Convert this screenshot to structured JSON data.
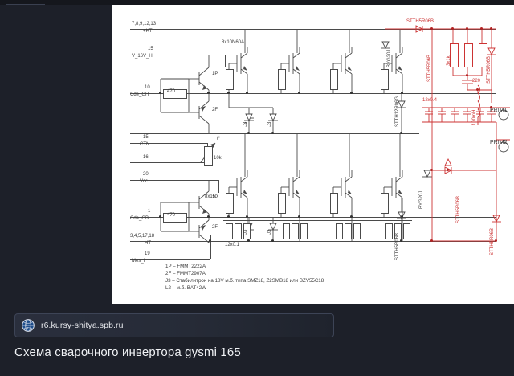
{
  "browser": {
    "url_chip": {
      "icon": "globe-icon",
      "url": "r6.kursy-shitya.spb.ru"
    },
    "page_title": "Схема сварочного инвертора gysmi 165"
  },
  "schematic": {
    "alt": "Схема сварочного инвертора GYSMI 165",
    "terminals_left": [
      {
        "pin": "7,8,9,12,13",
        "name": "+HT"
      },
      {
        "pin": "15",
        "name": "V_16V_H"
      },
      {
        "pin": "10",
        "name": "Cde_GH"
      },
      {
        "pin": "15",
        "name": "CTN"
      },
      {
        "pin": "16",
        "name": ""
      },
      {
        "pin": "20",
        "name": "Vcc"
      },
      {
        "pin": "1",
        "name": "Cde_GB"
      },
      {
        "pin": "3,4,5,17,18",
        "name": "-HT"
      },
      {
        "pin": "19",
        "name": "Mes_I"
      }
    ],
    "terminals_right": [
      {
        "name": "PRIM1"
      },
      {
        "name": "PRIM2"
      }
    ],
    "labels": {
      "mosfet_bank_top": "8x10N60A",
      "gate_res_bottom": "8x15",
      "driver_npn": "1P",
      "driver_pnp": "2F",
      "base_res_top": "470",
      "base_res_bottom": "470",
      "zener_top_1": "J3",
      "zener_top_2": "J3",
      "zener_bot_1": "J3",
      "zener_bot_2": "J3",
      "thermistor_symbol": "t°",
      "thermistor_value": "10k",
      "source_res": "12x0.1",
      "snubber_caps": "12x0.4",
      "snubber_res": "3x1k",
      "snubber_cap": "220",
      "inductor": "100mH",
      "diode_byg_top": "BYG20J",
      "diode_byg_bot": "BYG20J",
      "diode_stth12": "STTH12R06G",
      "diode_stth5_a": "STTH5R06B",
      "diode_stth5_b": "STTH5R06B",
      "diode_stth5_c": "STTH5R06B",
      "diode_stth5_d": "STTH5R06B",
      "diode_stth5_e": "STTH5R06B",
      "diode_stth5_f": "STTH5R06B",
      "diode_stth5_g": "STTH5R06B"
    },
    "legend": [
      "1P – FMMT2222A",
      "2F – FMMT2907A",
      "J3 – Стабилитрон на 18V м.б. типа SMZ18, Z2SMB18 или BZV55C18",
      "L2 – м.б. BAT42W"
    ],
    "colors": {
      "wire_black": "#4a4a4a",
      "wire_red": "#cc3333",
      "background": "#ffffff",
      "page_background": "#1d2029",
      "chip_border": "#3d4456"
    }
  }
}
